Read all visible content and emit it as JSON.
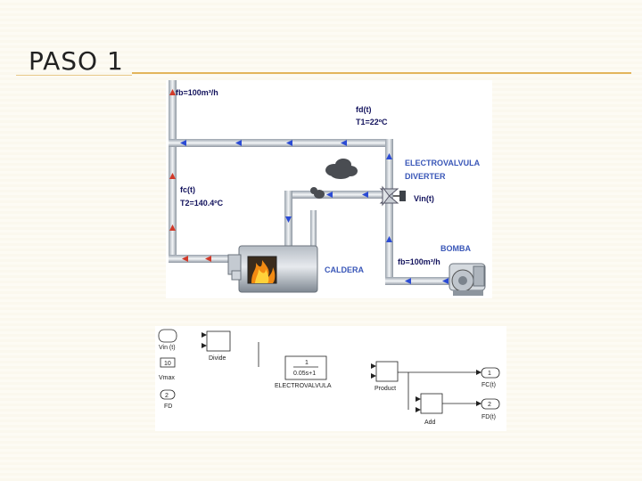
{
  "slide": {
    "title": "PASO 1"
  },
  "process": {
    "fb_top": "fb=100m³/h",
    "fd": "fd(t)",
    "t1": "T1=22ºC",
    "fc": "fc(t)",
    "t2": "T2=140.4ºC",
    "valve_label_1": "ELECTROVALVULA",
    "valve_label_2": "DIVERTER",
    "vin": "Vin(t)",
    "pump": "BOMBA",
    "fb_bottom": "fb=100m³/h",
    "boiler": "CALDERA"
  },
  "simulink": {
    "in_vin": "Vin (t)",
    "const_10": "10",
    "vmax": "Vmax",
    "const_2": "2",
    "fd": "FD",
    "divide_label": "Divide",
    "tf_num": "1",
    "tf_den": "0.05s+1",
    "tf_name": "ELECTROVALVULA",
    "product": "Product",
    "add": "Add",
    "out1_num": "1",
    "out1_name": "FC(t)",
    "out2_num": "2",
    "out2_name": "FD(t)"
  }
}
